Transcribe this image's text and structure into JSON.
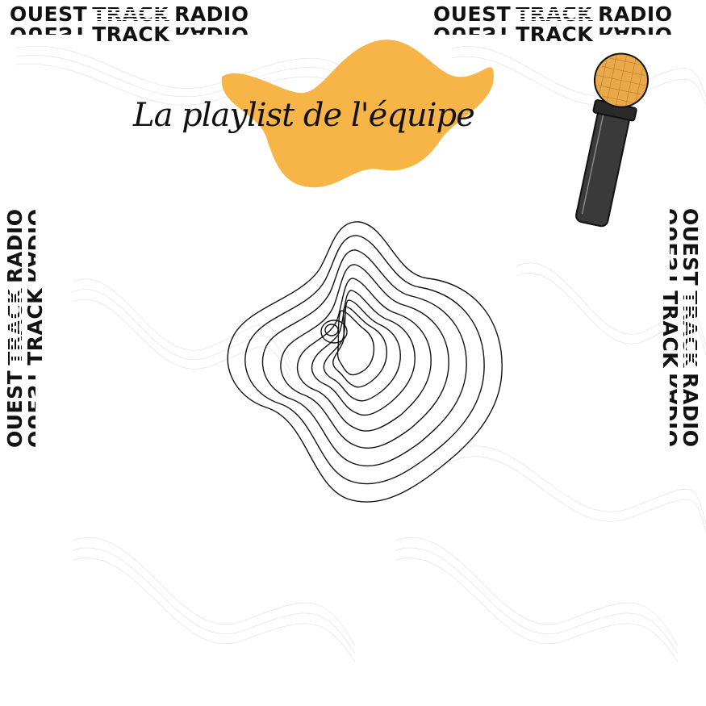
{
  "brand": {
    "word1": "OUEST",
    "word2": "TRACK",
    "word3": "RADIO"
  },
  "title": "La playlist de l'équipe",
  "colors": {
    "accent_blob": "#F7B548",
    "ink": "#111111",
    "mic_head": "#E9A94A",
    "mic_body": "#3A3A3A",
    "wave": "#CFCFCF"
  },
  "icons": [
    "microphone-icon",
    "contour-lines-icon",
    "paint-blob-icon"
  ]
}
